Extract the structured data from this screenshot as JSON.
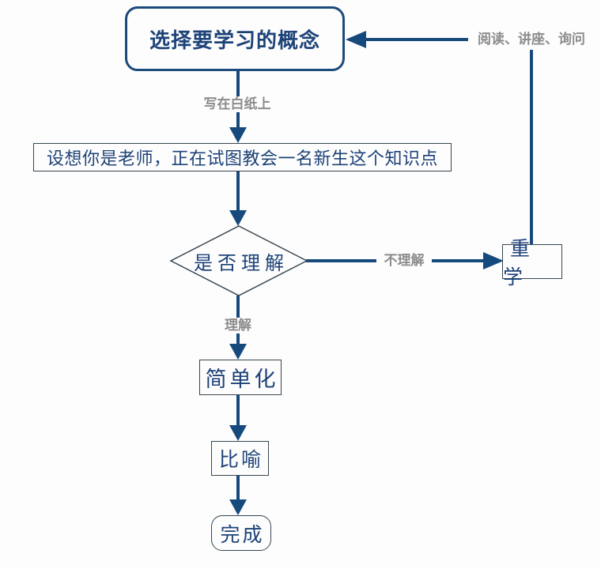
{
  "nodes": {
    "concept": {
      "label": "选择要学习的概念"
    },
    "teacher": {
      "label": "设想你是老师，正在试图教会一名新生这个知识点"
    },
    "decision": {
      "label": "是否理解"
    },
    "relearn": {
      "label": "重学"
    },
    "simplify": {
      "label": "简单化"
    },
    "analogy": {
      "label": "比喻"
    },
    "done": {
      "label": "完成"
    }
  },
  "edge_labels": {
    "write_on_paper": "写在白纸上",
    "not_understood": "不理解",
    "understood": "理解",
    "relearn_methods": "阅读、讲座、询问"
  },
  "colors": {
    "arrow": "#174a7c",
    "node_text": "#1d4278",
    "edge_label_text": "#8c8c8c",
    "thin_border": "#364650",
    "thick_border": "#1c4a7c",
    "background": "#fdfdfd"
  }
}
